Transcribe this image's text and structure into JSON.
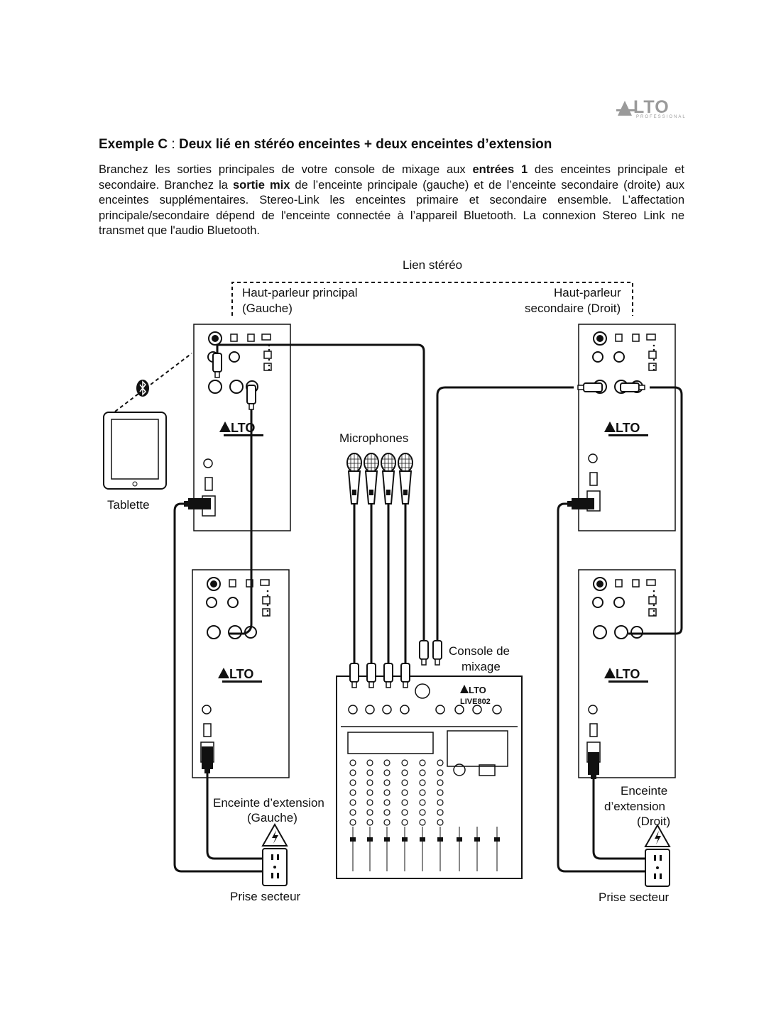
{
  "brand": {
    "logo_text": "LTO",
    "logo_sub": "PROFESSIONAL",
    "mixer_model": "LIVE802"
  },
  "heading": {
    "part1": "Exemple C",
    "sep": " : ",
    "part2": "Deux lié en stéréo enceintes + deux enceintes d’extension"
  },
  "intro": {
    "t1": "Branchez les sorties principales de votre console de mixage aux ",
    "b1": "entrées 1",
    "t2": " des enceintes principale et secondaire. Branchez la ",
    "b2": "sortie mix",
    "t3": " de l’enceinte principale (gauche) et de l’enceinte secondaire (droite) aux enceintes supplémentaires. Stereo-Link les enceintes primaire et secondaire ensemble. L’affectation principale/secondaire dépend de l'enceinte connectée à l’appareil Bluetooth. La connexion Stereo Link ne transmet que l'audio Bluetooth."
  },
  "diagram": {
    "stereo_link": "Lien stéréo",
    "main_left_l1": "Haut-parleur principal",
    "main_left_l2": "(Gauche)",
    "main_right_l1": "Haut-parleur",
    "main_right_l2": "secondaire (Droit)",
    "microphones": "Microphones",
    "tablet": "Tablette",
    "mixer_l1": "Console de",
    "mixer_l2": "mixage",
    "ext_left_l1": "Enceinte d’extension",
    "ext_left_l2": "(Gauche)",
    "ext_right_l1": "Enceinte",
    "ext_right_l2": "d’extension",
    "ext_right_l3": "(Droit)",
    "outlet_left": "Prise secteur",
    "outlet_right": "Prise secteur"
  }
}
